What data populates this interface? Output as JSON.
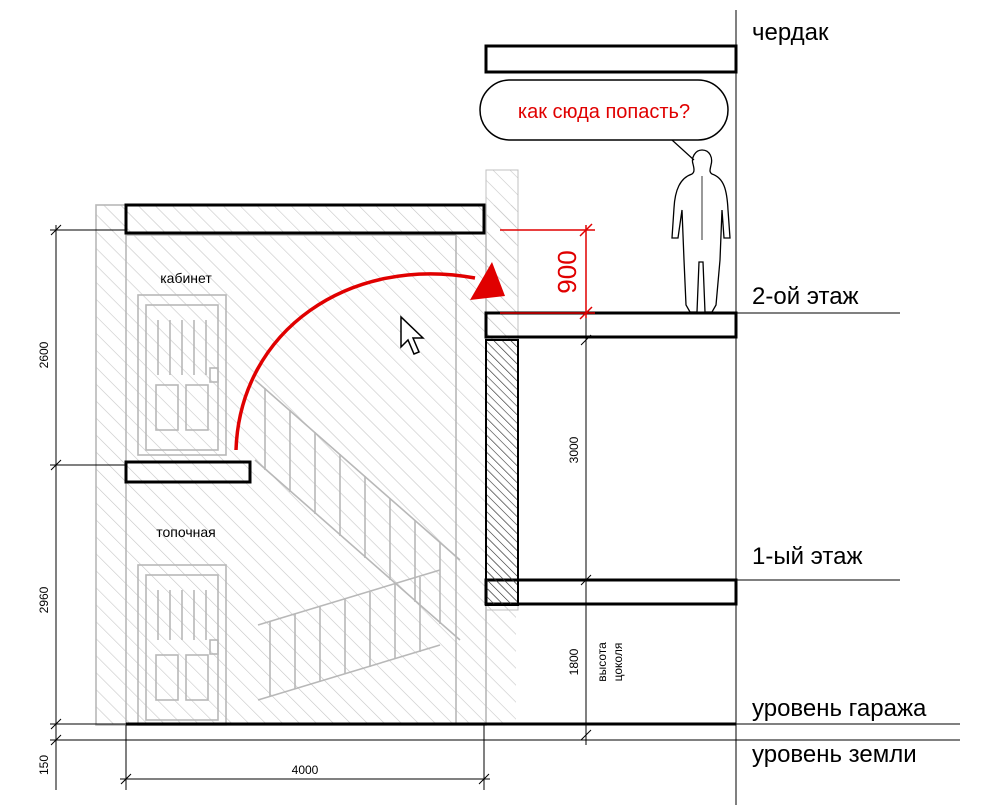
{
  "levels": {
    "attic": "чердак",
    "floor2": "2-ой этаж",
    "floor1": "1-ый этаж",
    "garage": "уровень гаража",
    "ground": "уровень земли"
  },
  "rooms": {
    "office": "кабинет",
    "boiler": "топочная"
  },
  "callout": {
    "question": "как сюда попасть?"
  },
  "dimensions": {
    "left_upper": "2600",
    "left_lower": "2960",
    "left_bottom": "150",
    "width": "4000",
    "floor_height": "3000",
    "plinth": "1800",
    "plinth_label_1": "высота",
    "plinth_label_2": "цоколя",
    "headroom": "900"
  },
  "colors": {
    "accent": "#e00000",
    "lines": "#000000",
    "ghost": "#b8b8b8"
  }
}
